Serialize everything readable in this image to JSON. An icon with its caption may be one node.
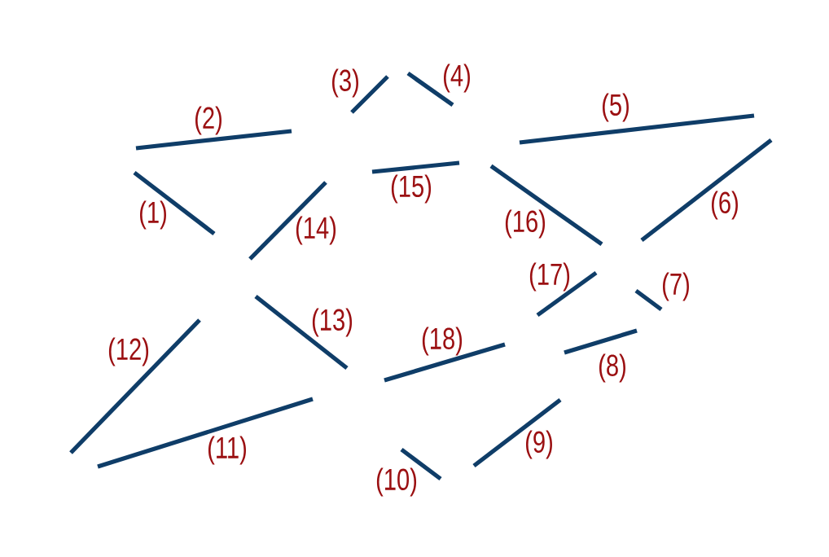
{
  "diagram": {
    "labels": [
      "(1)",
      "(2)",
      "(3)",
      "(4)",
      "(5)",
      "(6)",
      "(7)",
      "(8)",
      "(9)",
      "(10)",
      "(11)",
      "(12)",
      "(13)",
      "(14)",
      "(15)",
      "(16)",
      "(17)",
      "(18)"
    ]
  }
}
